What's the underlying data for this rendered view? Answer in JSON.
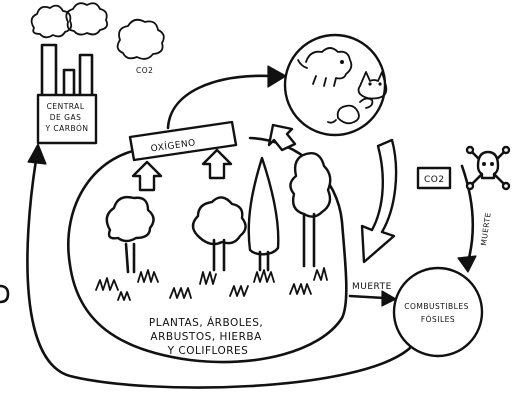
{
  "labels": {
    "plant": "CENTRAL\nDE GAS\nY CARBÓN",
    "co2_top": "CO2",
    "oxygen": "OXÍGENO",
    "co2_right": "CO2",
    "death_right": "MUERTE",
    "death_bottom": "MUERTE",
    "fuels": "COMBUSTIBLES\nFÓSILES",
    "plants": "PLANTAS, ÁRBOLES,\nARBUSTOS, HIERBA\nY COLIFLORES"
  },
  "icons": {
    "factory": "factory-icon",
    "smoke": "smoke-cloud-icon",
    "co2_cloud": "co2-cloud-icon",
    "animals": "animals-icon",
    "skull": "skull-crossbones-icon",
    "trees": "trees-icon",
    "grass": "grass-icon"
  },
  "colors": {
    "ink": "#111111",
    "paper": "#ffffff"
  }
}
